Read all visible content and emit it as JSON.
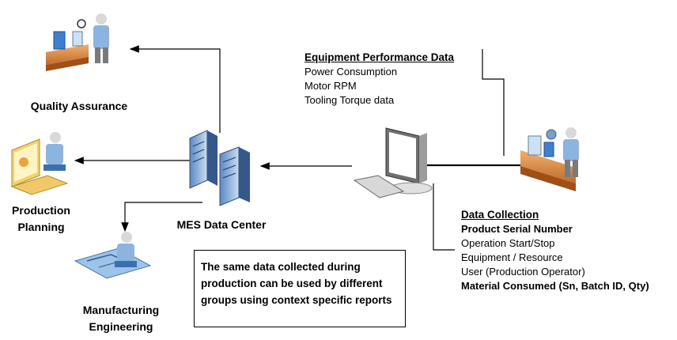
{
  "nodes": {
    "quality_assurance": "Quality Assurance",
    "production_planning_1": "Production",
    "production_planning_2": "Planning",
    "mes_data_center": "MES Data Center",
    "manufacturing_engineering_1": "Manufacturing",
    "manufacturing_engineering_2": "Engineering"
  },
  "equipment_performance": {
    "heading": "Equipment Performance Data",
    "items": [
      "Power Consumption",
      "Motor RPM",
      "Tooling Torque data"
    ]
  },
  "data_collection": {
    "heading": "Data Collection",
    "items": [
      "Product Serial Number",
      "Operation Start/Stop",
      "Equipment / Resource",
      "User (Production Operator)",
      "Material Consumed (Sn, Batch ID, Qty)"
    ]
  },
  "note": {
    "lines": [
      "The same data collected during",
      "production can be used by different",
      "groups using context specific reports"
    ]
  }
}
